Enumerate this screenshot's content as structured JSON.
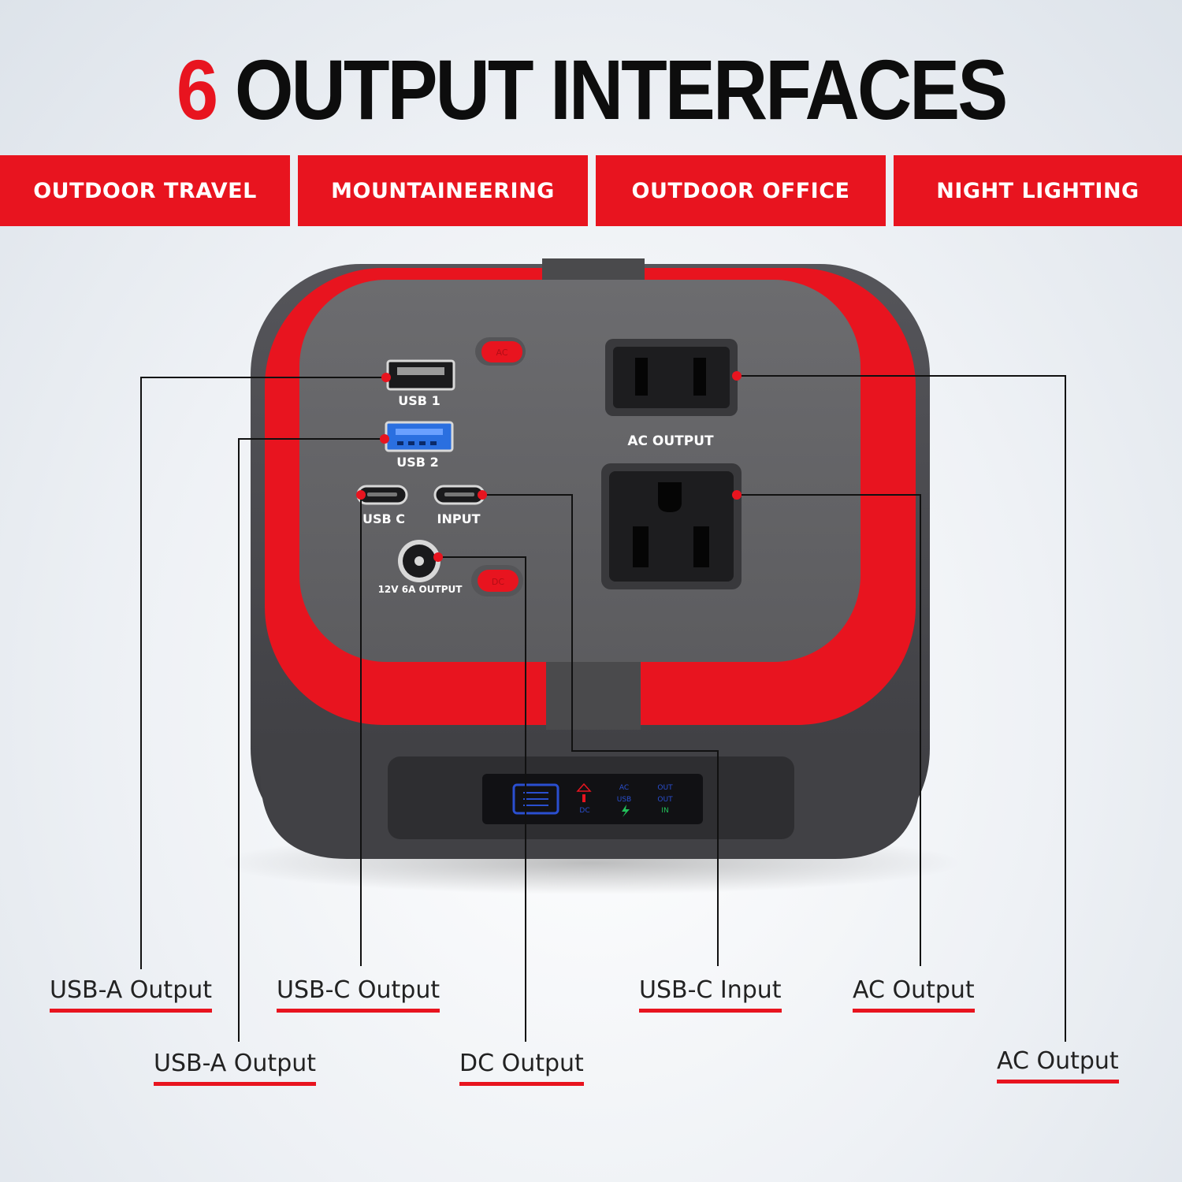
{
  "headline": {
    "number": "6",
    "text": "OUTPUT INTERFACES"
  },
  "tabs": [
    {
      "label": "OUTDOOR TRAVEL"
    },
    {
      "label": "MOUNTAINEERING"
    },
    {
      "label": "OUTDOOR OFFICE"
    },
    {
      "label": "NIGHT LIGHTING"
    }
  ],
  "device": {
    "usb1_label": "USB 1",
    "usb2_label": "USB 2",
    "usbc_label": "USB C",
    "input_label": "INPUT",
    "dc_port_label": "12V 6A OUTPUT",
    "ac_output_label": "AC OUTPUT",
    "ac_button": "AC",
    "dc_button": "DC",
    "display": {
      "row1": [
        "AC",
        "OUT"
      ],
      "row2": [
        "USB",
        "OUT"
      ],
      "row3": [
        "DC",
        "IN"
      ]
    }
  },
  "callouts": [
    {
      "label": "USB-A Output"
    },
    {
      "label": "USB-A Output"
    },
    {
      "label": "USB-C Output"
    },
    {
      "label": "DC Output"
    },
    {
      "label": "USB-C Input"
    },
    {
      "label": "AC Output"
    },
    {
      "label": "AC Output"
    }
  ],
  "colors": {
    "accent": "#e8141f",
    "body": "#4a4a4c",
    "panel": "#646466",
    "usb2_blue": "#2a6fe0"
  }
}
